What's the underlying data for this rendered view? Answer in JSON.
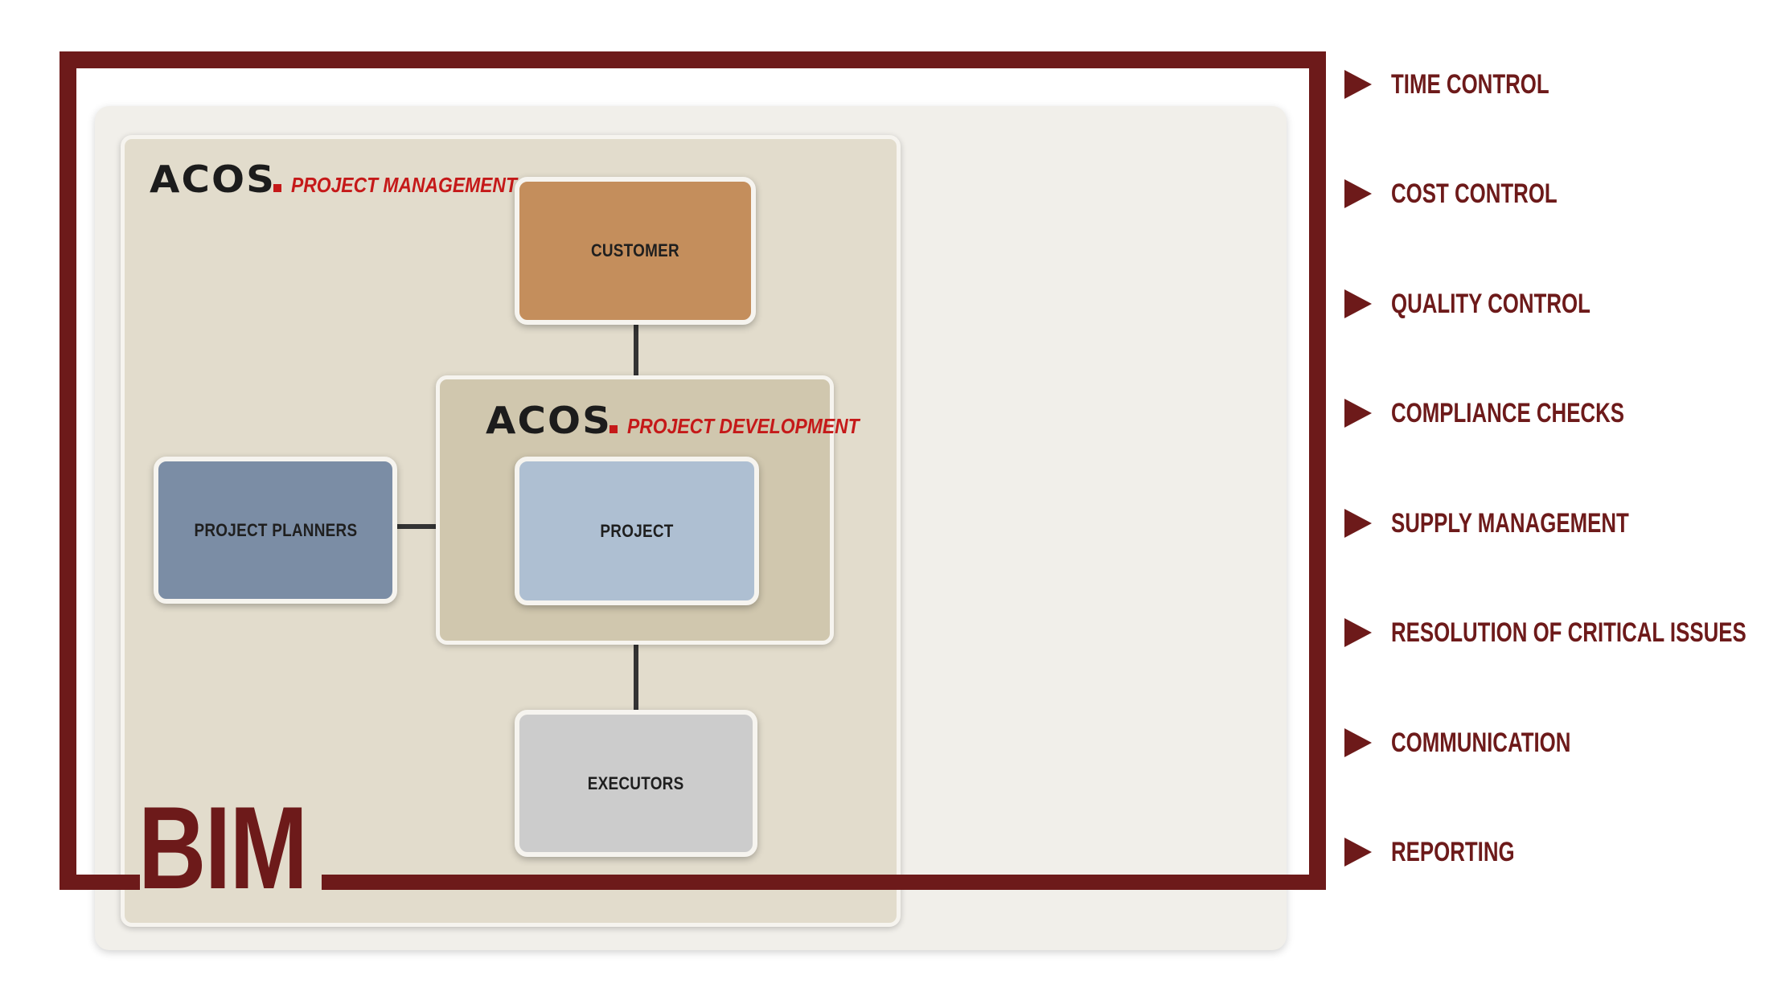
{
  "bim_label": "BIM",
  "management": {
    "logo": "ACOS",
    "subtitle": "PROJECT MANAGEMENT"
  },
  "development": {
    "logo": "ACOS",
    "subtitle": "PROJECT DEVELOPMENT"
  },
  "nodes": {
    "customer": "CUSTOMER",
    "project_planners": "PROJECT PLANNERS",
    "project": "PROJECT",
    "executors": "EXECUTORS"
  },
  "controls": [
    {
      "label": "TIME CONTROL"
    },
    {
      "label": "COST CONTROL"
    },
    {
      "label": "QUALITY CONTROL"
    },
    {
      "label": "COMPLIANCE CHECKS"
    },
    {
      "label": "SUPPLY MANAGEMENT"
    },
    {
      "label": "RESOLUTION OF CRITICAL ISSUES"
    },
    {
      "label": "COMMUNICATION"
    },
    {
      "label": "REPORTING"
    }
  ],
  "colors": {
    "frame": "#6d1a1a",
    "accent_red": "#c51919",
    "customer": "#c48e5c",
    "project_planners": "#7b8da5",
    "project": "#aebfd2",
    "executors": "#cccccc"
  }
}
